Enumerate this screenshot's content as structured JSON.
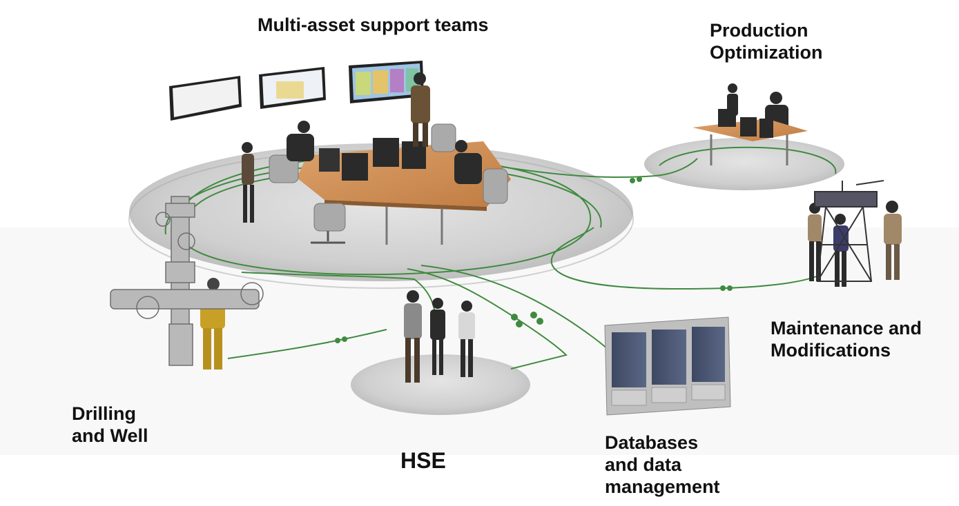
{
  "labels": {
    "multi_asset": "Multi-asset support teams",
    "production": [
      "Production",
      "Optimization"
    ],
    "maintenance": [
      "Maintenance and",
      "Modifications"
    ],
    "drilling": [
      "Drilling",
      "and Well"
    ],
    "hse": "HSE",
    "databases": [
      "Databases",
      "and data",
      "management"
    ]
  },
  "colors": {
    "link_line": "#3f8a3f",
    "platform": "#c9c9c9",
    "desk": "#cf8f55",
    "server": "#4a5670"
  },
  "icons": [
    "screen-icon",
    "desk-icon",
    "office-chair-icon",
    "person-icon",
    "wellhead-icon",
    "rig-tower-icon",
    "server-rack-icon",
    "connector-icon"
  ]
}
